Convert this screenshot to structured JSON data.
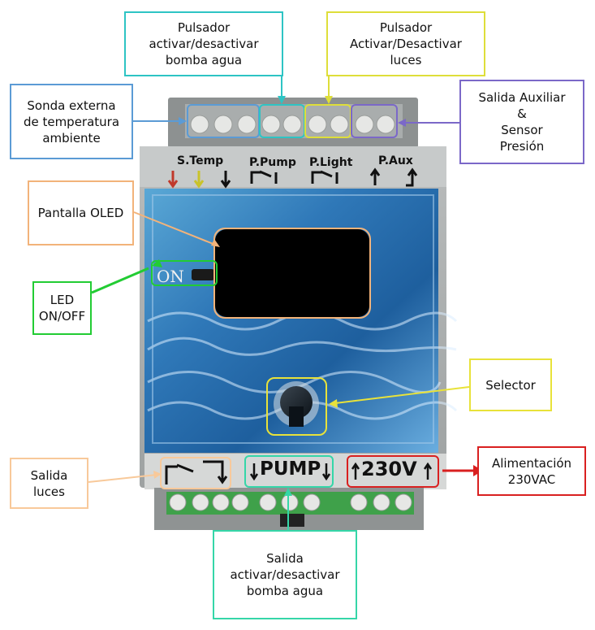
{
  "callouts": {
    "pulsador_bomba": [
      "Pulsador",
      "activar/desactivar",
      "bomba agua"
    ],
    "pulsador_luces": [
      "Pulsador",
      "Activar/Desactivar",
      "luces"
    ],
    "sonda": [
      "Sonda externa",
      "de temperatura",
      "ambiente"
    ],
    "salida_aux": [
      "Salida Auxiliar",
      "&",
      "Sensor",
      "Presión"
    ],
    "pantalla": [
      "Pantalla OLED"
    ],
    "led": [
      "LED",
      "ON/OFF"
    ],
    "selector": [
      "Selector"
    ],
    "salida_luces": [
      "Salida",
      "luces"
    ],
    "alimentacion": [
      "Alimentación",
      "230VAC"
    ],
    "salida_bomba": [
      "Salida",
      "activar/desactivar",
      "bomba agua"
    ]
  },
  "device_labels": {
    "s_temp": "S.Temp",
    "p_pump": "P.Pump",
    "p_light": "P.Light",
    "p_aux": "P.Aux",
    "on": "ON",
    "pump": "PUMP",
    "v230": "230V"
  },
  "colors": {
    "sonda": "#5b9bd5",
    "pulsador_bomba": "#2ec4c4",
    "pulsador_luces": "#dede3a",
    "salida_aux": "#7b68c8",
    "pantalla": "#f2b37a",
    "led": "#22cc33",
    "selector": "#e8e23a",
    "salida_luces": "#f8c99a",
    "alimentacion": "#d92020",
    "salida_bomba": "#35d6a8"
  }
}
